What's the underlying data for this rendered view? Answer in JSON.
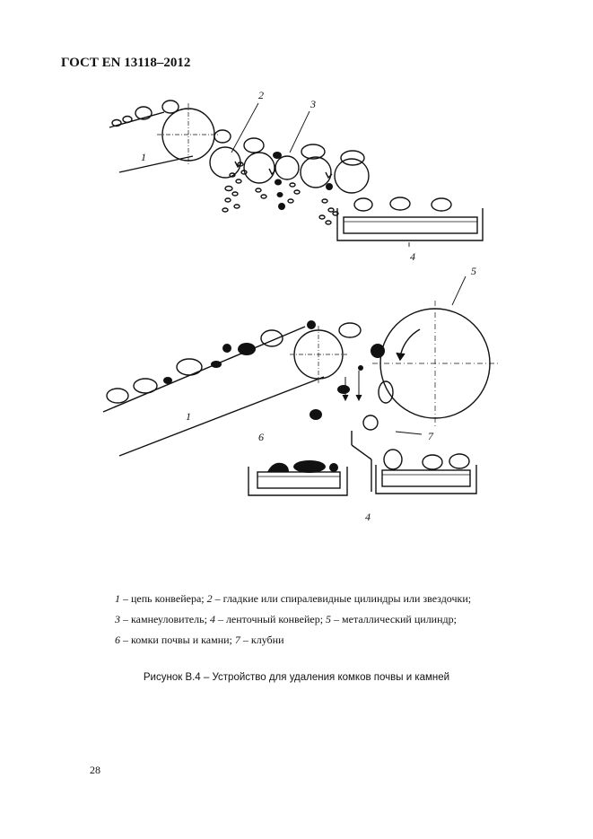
{
  "header": {
    "standard": "ГОСТ EN 13118–2012"
  },
  "figure": {
    "top_labels": {
      "chain": "1",
      "cylinders": "2",
      "stone_catcher": "3",
      "belt": "4"
    },
    "bottom_labels": {
      "drum": "5",
      "chain": "1",
      "clods": "6",
      "tubers": "7",
      "belt": "4"
    }
  },
  "legend": [
    {
      "n1": "1",
      "t1": " – цепь конвейера; ",
      "n2": "2",
      "t2": " – гладкие или спиралевидные цилиндры или звездочки;"
    },
    {
      "n1": "3",
      "t1": " – камнеуловитель; ",
      "n2": "4",
      "t2": " – ленточный конвейер; ",
      "n3": "5",
      "t3": " – металлический цилиндр;"
    },
    {
      "n1": "6",
      "t1": " – комки почвы и камни; ",
      "n2": "7",
      "t2": " – клубни"
    }
  ],
  "caption": "Рисунок В.4 – Устройство для удаления комков почвы и камней",
  "page_number": "28"
}
